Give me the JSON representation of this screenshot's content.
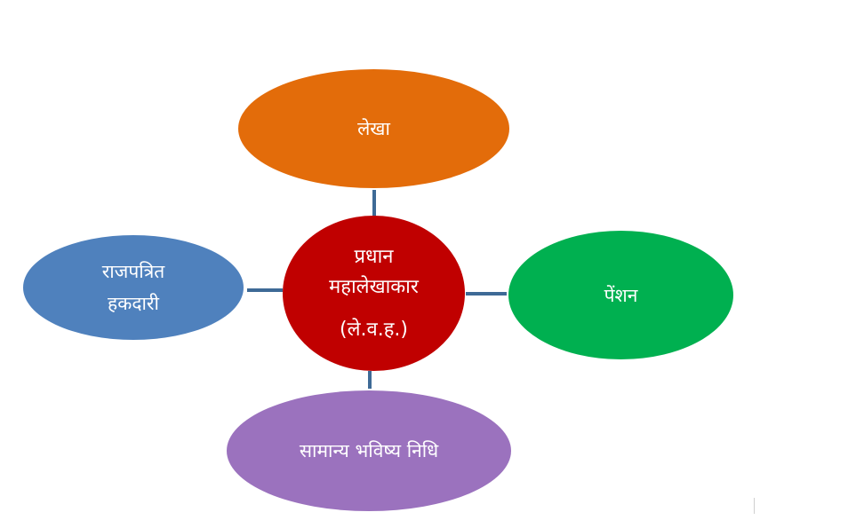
{
  "diagram": {
    "center": {
      "lines": [
        "प्रधान",
        "महालेखाकार",
        "(ले.व.ह.)"
      ],
      "color": "#c00000"
    },
    "nodes": [
      {
        "id": "top",
        "lines": [
          "लेखा"
        ],
        "color": "#e36c0a"
      },
      {
        "id": "right",
        "lines": [
          "पेंशन"
        ],
        "color": "#00b050"
      },
      {
        "id": "left",
        "lines": [
          "राजपत्रित",
          "हकदारी"
        ],
        "color": "#4f81bd"
      },
      {
        "id": "bottom",
        "lines": [
          "सामान्य भविष्य निधि"
        ],
        "color": "#9b72be"
      }
    ],
    "connector_color": "#3e6a96"
  }
}
